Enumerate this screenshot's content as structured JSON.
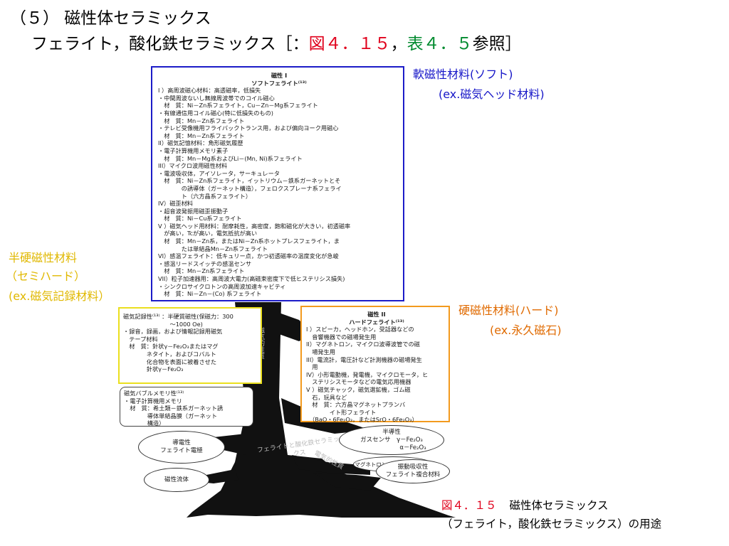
{
  "slide": {
    "title_line1": "（５） 磁性体セラミックス",
    "title_line2_prefix": "フェライト，酸化鉄セラミックス［：",
    "title_line2_fig": "図４．１５",
    "title_line2_sep": "，",
    "title_line2_table": "表４．５",
    "title_line2_suffix": "参照］"
  },
  "annotations": {
    "soft_line1": "軟磁性材料(ソフト)",
    "soft_line2": "(ex.磁気ヘッド材料)",
    "semi_line1": "半硬磁性材料",
    "semi_line2": "（セミハード）",
    "semi_line3": "(ex.磁気記録材料）",
    "hard_line1": "硬磁性材料(ハード)",
    "hard_line2": "(ex.永久磁石)"
  },
  "caption": {
    "fig_num": "図４．１５",
    "line1": "磁性体セラミックス",
    "line2": "（フェライト，酸化鉄セラミックス）の用途"
  },
  "scan": {
    "soft_box": [
      "磁性 I",
      "ソフトフェライト⁽¹³⁾",
      "I ）高周波磁心材料：高透磁率，低損失",
      "・中間周波ないし無線周波帯でのコイル磁心",
      "　材　質：Ni－Zn系フェライト，Cu－Zn－Mg系フェライト",
      "・有線通信用コイル磁心(特に低損失のもの)",
      "　材　質：Mn－Zn系フェライト",
      "・テレビ受像機用フライバックトランス用，および偏向ヨーク用磁心",
      "　材　質：Mn－Zn系フェライト",
      "II）磁気記憶材料：角形磁気履歴",
      "・電子計算機用メモリ素子",
      "　材　質：Mn－Mg系およびLi－(Mn, Ni)系フェライト",
      "III）マイクロ波用磁性材料",
      "・電波吸収体，アイソレータ，サーキュレータ",
      "　材　質：Ni－Zn系フェライト，イットリウム－鉄系ガーネットとそ",
      "　　　　の誘導体（ガーネット構造），フェロクスプレーナ系フェライ",
      "　　　　ト（六方晶系フェライト）",
      "IV）磁歪材料",
      "・超音波発振用磁歪振動子",
      "　材　質：Ni－Cu系フェライト",
      "V ）磁気ヘッド用材料：耐摩耗性，高密度，飽和磁化が大きい，初透磁率",
      "　が高い，Tcが高い，電気抵抗が高い",
      "　材　質：Mn－Zn系，またはNi－Zn系ホットプレスフェライト，ま",
      "　　　　たは単結晶Mn－Zn系フェライト",
      "VI）感温フェライト：低キュリー点，かつ初透磁率の温度変化が急峻",
      "・感温リードスイッチの感温センサ",
      "　材　質：Mn－Zn系フェライト",
      "VII）粒子加速器用：高周波大電力(高磁束密度下で低ヒステリシス損失)",
      "・シンクロサイクロトンの高周波加速キャビティ",
      "　材　質：Ni－Zn－(Co) 系フェライト"
    ],
    "record_box": [
      "磁気記録性⁽¹³⁾ ：半硬質磁性(保磁力：300",
      "　　　　　　　　～1000 Oe)",
      "・録音，録画，および情報記録用磁気",
      "　テープ材料",
      "　材　質：針状γ－Fe₂O₃またはマグ",
      "　　　　ネタイト，およびコバルト",
      "　　　　化合物を表面に被着させた",
      "　　　　針状γ－Fe₂O₃"
    ],
    "bubble_box": [
      "磁気バブルメモリ性⁽¹³⁾",
      "・電子計算機用メモリ",
      "　材　質：希土類－鉄系ガーネット誘",
      "　　　　導体単結晶膜（ガーネット",
      "　　　　構造）"
    ],
    "hard_box": [
      "磁性 II",
      "ハードフェライト⁽¹³⁾",
      "I ）スピーカ，ヘッドホン，受話器などの",
      "　音響機器での磁場発生用",
      "II）マグネトロン，マイクロ波導波管での磁",
      "　場発生用",
      "III）電流計，電圧計など計測機器の磁場発生",
      "　用",
      "IV）小形電動機，発電機，マイクロモータ，ヒ",
      "　ステリシスモータなどの電気応用機器",
      "V ）磁気チャック，磁気選鉱機，ゴム磁",
      "　石，玩具など",
      "　材　質：六方晶マグネットプランバ",
      "　　　　イト形フェライト",
      "　（BaO・6Fe₂O₃，またはSrO・6Fe₂O₃）"
    ],
    "ovals": {
      "conductive_title": "導電性",
      "conductive_body": "フェライト電極",
      "fluid": "磁性流体",
      "semiconductive_title": "半導性",
      "semiconductive_body1": "ガスセンサ　γ－Fe₂O₃",
      "semiconductive_body2": "α－Fe₂O₃",
      "magnetron": "マグネトロン,マイクロ波導波管",
      "vibration_title": "振動吸収性",
      "vibration_body": "フェライト複合材料"
    },
    "tree_trunk": "フェライトと酸化鉄セラミックス",
    "tree_branch1": "電気的性質",
    "tree_branch2": "磁気的性質"
  },
  "colors": {
    "red": "#e0001b",
    "green": "#008a2e",
    "blue": "#1616c8",
    "yellow": "#e0b800",
    "orange": "#e06a00",
    "tree": "#111111"
  }
}
